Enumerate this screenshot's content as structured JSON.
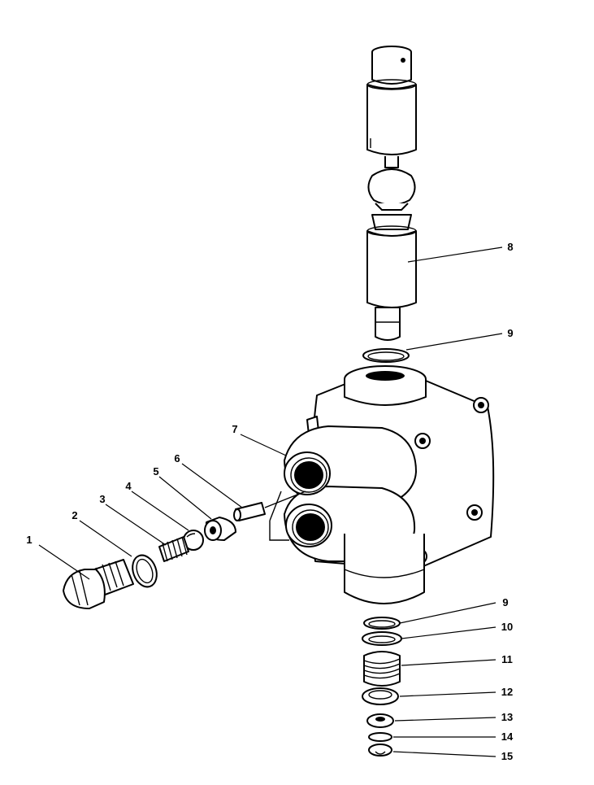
{
  "figure": {
    "callouts": [
      {
        "id": "1",
        "label": "1"
      },
      {
        "id": "2",
        "label": "2"
      },
      {
        "id": "3",
        "label": "3"
      },
      {
        "id": "4",
        "label": "4"
      },
      {
        "id": "5",
        "label": "5"
      },
      {
        "id": "6",
        "label": "6"
      },
      {
        "id": "7",
        "label": "7"
      },
      {
        "id": "8",
        "label": "8"
      },
      {
        "id": "9a",
        "label": "9"
      },
      {
        "id": "9b",
        "label": "9"
      },
      {
        "id": "10",
        "label": "10"
      },
      {
        "id": "11",
        "label": "11"
      },
      {
        "id": "12",
        "label": "12"
      },
      {
        "id": "13",
        "label": "13"
      },
      {
        "id": "14",
        "label": "14"
      },
      {
        "id": "15",
        "label": "15"
      }
    ]
  }
}
